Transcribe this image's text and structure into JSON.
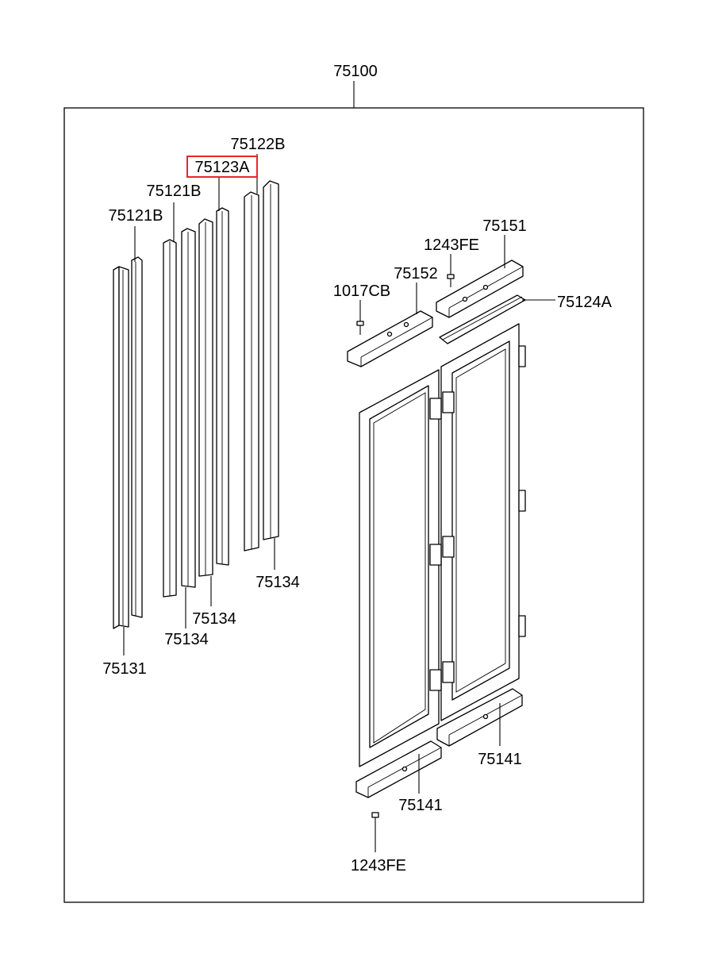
{
  "assembly_label": "75100",
  "callouts": {
    "c75122B": "75122B",
    "c75123A": "75123A",
    "c75121B_upper": "75121B",
    "c75121B_lower": "75121B",
    "c75131": "75131",
    "c75134_left": "75134",
    "c75134_mid": "75134",
    "c75134_right": "75134",
    "c75151": "75151",
    "c1243FE_top": "1243FE",
    "c75152": "75152",
    "c1017CB": "1017CB",
    "c75124A": "75124A",
    "c75141_right": "75141",
    "c75141_left": "75141",
    "c1243FE_bottom": "1243FE"
  },
  "highlight": {
    "part": "75123A",
    "color": "#e8262a"
  }
}
